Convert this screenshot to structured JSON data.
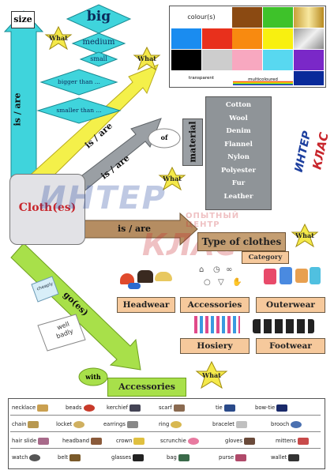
{
  "colors": {
    "cyan": "#3fd4dc",
    "yellow": "#f4f04a",
    "gray": "#8f9498",
    "tan": "#b58d62",
    "green": "#a8e04a",
    "accent_red": "#c8262c",
    "blue_text": "#1d3f9e"
  },
  "size": {
    "label": "size",
    "big": "big",
    "medium": "medium",
    "small": "small",
    "bigger": "bigger than ...",
    "smaller": "smaller than ..."
  },
  "arrows": {
    "is_are_size": "is   /  are",
    "is_are_colour": "is   /  are",
    "is_are_material": "is   /  are",
    "is_are_type": "is   /  are",
    "goes": "go(es)",
    "with": "with",
    "accessories": "Accessories"
  },
  "stars": {
    "what1": "What",
    "what2": "What",
    "what3": "What",
    "what4": "What",
    "what5": "What",
    "of": "of"
  },
  "center": {
    "label": "Cloth(es)"
  },
  "colour": {
    "header": "colour(s)",
    "transparent": "transparent",
    "multicoloured": "multicoloured"
  },
  "material": {
    "label": "material",
    "items": [
      "Cotton",
      "Wool",
      "Denim",
      "Flannel",
      "Nylon",
      "Polyester",
      "Fur",
      "Leather"
    ]
  },
  "logo": {
    "line1": "ИНТЕР",
    "line2": "КЛАС",
    "line3": "ОПЫТНЫЙ ЦЕНТР"
  },
  "types": {
    "title": "Type of clothes",
    "category": "Category",
    "headwear": "Headwear",
    "accessories": "Accessories",
    "outerwear": "Outerwear",
    "hosiery": "Hosiery",
    "footwear": "Footwear"
  },
  "adverbs": {
    "cheap": "cheaply",
    "well": "well",
    "badly": "badly"
  },
  "vocab": [
    [
      "necklace",
      "beads",
      "kerchief",
      "scarf",
      "tie",
      "bow-tie"
    ],
    [
      "chain",
      "locket",
      "earrings",
      "ring",
      "bracelet",
      "brooch"
    ],
    [
      "hair slide",
      "headband",
      "crown",
      "scrunchie",
      "gloves",
      "mittens"
    ],
    [
      "watch",
      "belt",
      "glasses",
      "bag",
      "purse",
      "wallet"
    ]
  ]
}
